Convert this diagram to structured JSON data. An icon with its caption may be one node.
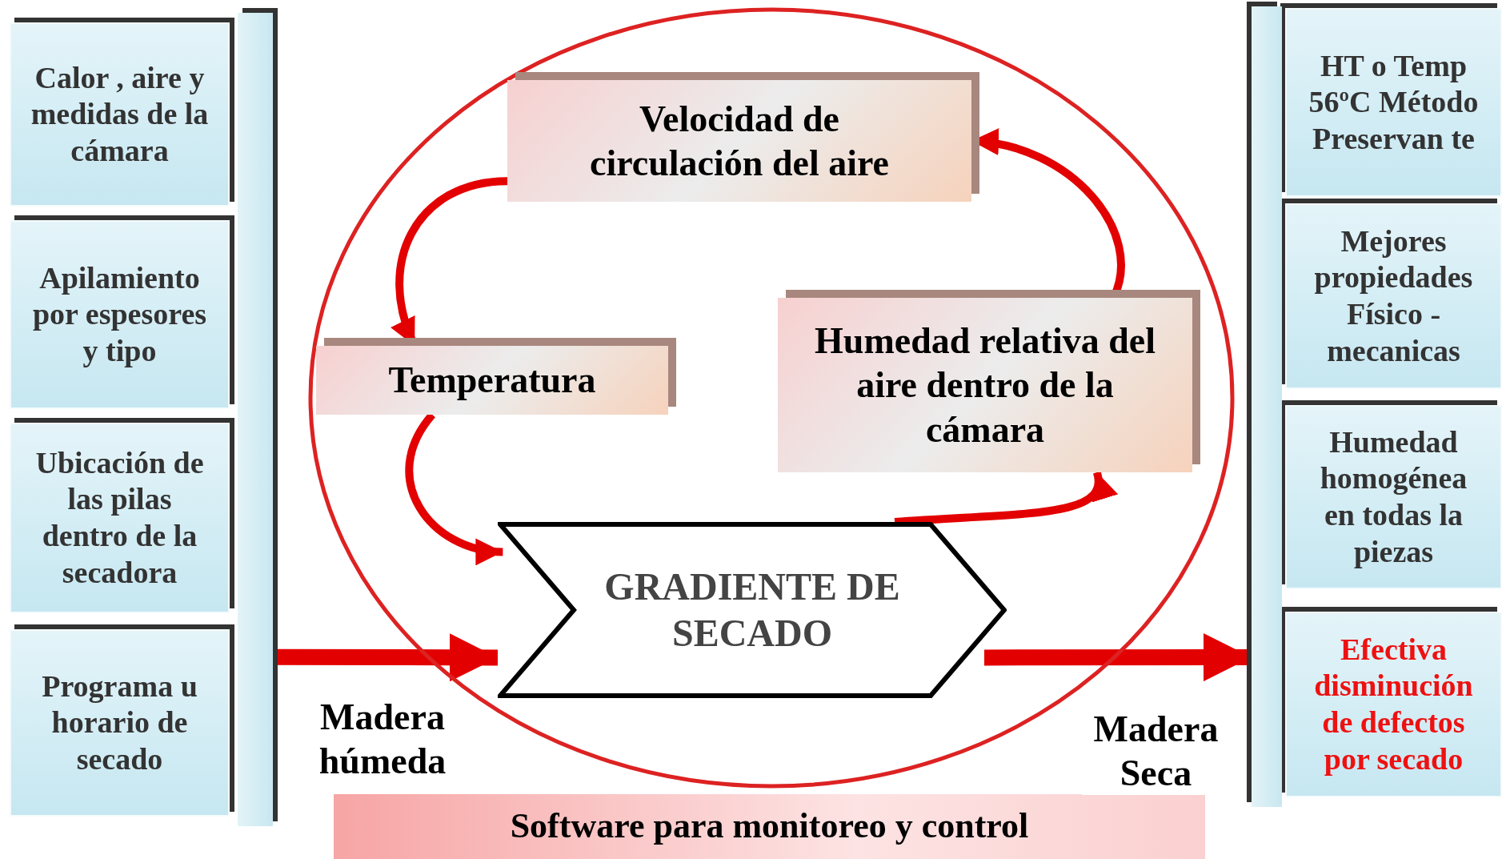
{
  "diagram": {
    "nodes": [
      {
        "text": [
          "Calor , aire y medidas de la cámara"
        ]
      },
      {
        "text": [
          "Apilamiento por espesores y tipo"
        ]
      },
      {
        "text": [
          "Ubicación de las pilas dentro de la secadora"
        ]
      },
      {
        "text": [
          "Programa u horario de secado"
        ]
      },
      {
        "text": [],
        "shape": "ellipse"
      },
      {
        "text": [
          "Velocidad de circulación del aire"
        ],
        "in": 4
      },
      {
        "text": [
          "Temperatura"
        ],
        "in": 4
      },
      {
        "text": [
          "Humedad relativa del aire dentro de la cámara"
        ],
        "in": 4
      },
      {
        "text": [
          "GRADIENTE DE SECADO"
        ],
        "in": 4
      },
      {
        "text": [
          "HT o Temp 56ºC Método Preservan te"
        ]
      },
      {
        "text": [
          "Mejores propiedades Físico - mecanicas"
        ]
      },
      {
        "text": [
          "Humedad homogénea en todas la piezas"
        ]
      },
      {
        "text": [
          "Efectiva disminución de defectos por secado"
        ]
      },
      {
        "text": [
          "Software para monitoreo y control"
        ]
      },
      {
        "text": [],
        "shape": "bar"
      },
      {
        "text": [],
        "shape": "bar"
      }
    ],
    "edges": [
      {
        "from": 14,
        "to": 8,
        "arrow": "to",
        "label": "Madera húmeda",
        "style": "thick"
      },
      {
        "from": 8,
        "to": 15,
        "arrow": "to",
        "label": "Madera Seca",
        "style": "thick"
      },
      {
        "from": 6,
        "to": 8,
        "arrow": "to"
      },
      {
        "from": 8,
        "to": 7,
        "arrow": "to"
      },
      {
        "from": 7,
        "to": 5,
        "arrow": "to"
      },
      {
        "from": 5,
        "to": 6,
        "arrow": "to"
      }
    ]
  }
}
